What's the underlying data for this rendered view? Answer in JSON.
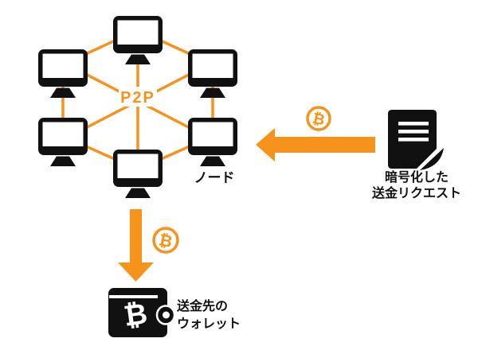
{
  "colors": {
    "accent": "#F7931A",
    "ink": "#111111",
    "background": "#FFFFFF"
  },
  "network": {
    "label": "P2P",
    "node_label": "ノード",
    "monitor_count": 6
  },
  "bitcoin": {
    "symbol": "₿"
  },
  "request": {
    "label_line1": "暗号化した",
    "label_line2": "送金リクエスト"
  },
  "wallet": {
    "label_line1": "送金先の",
    "label_line2": "ウォレット"
  }
}
